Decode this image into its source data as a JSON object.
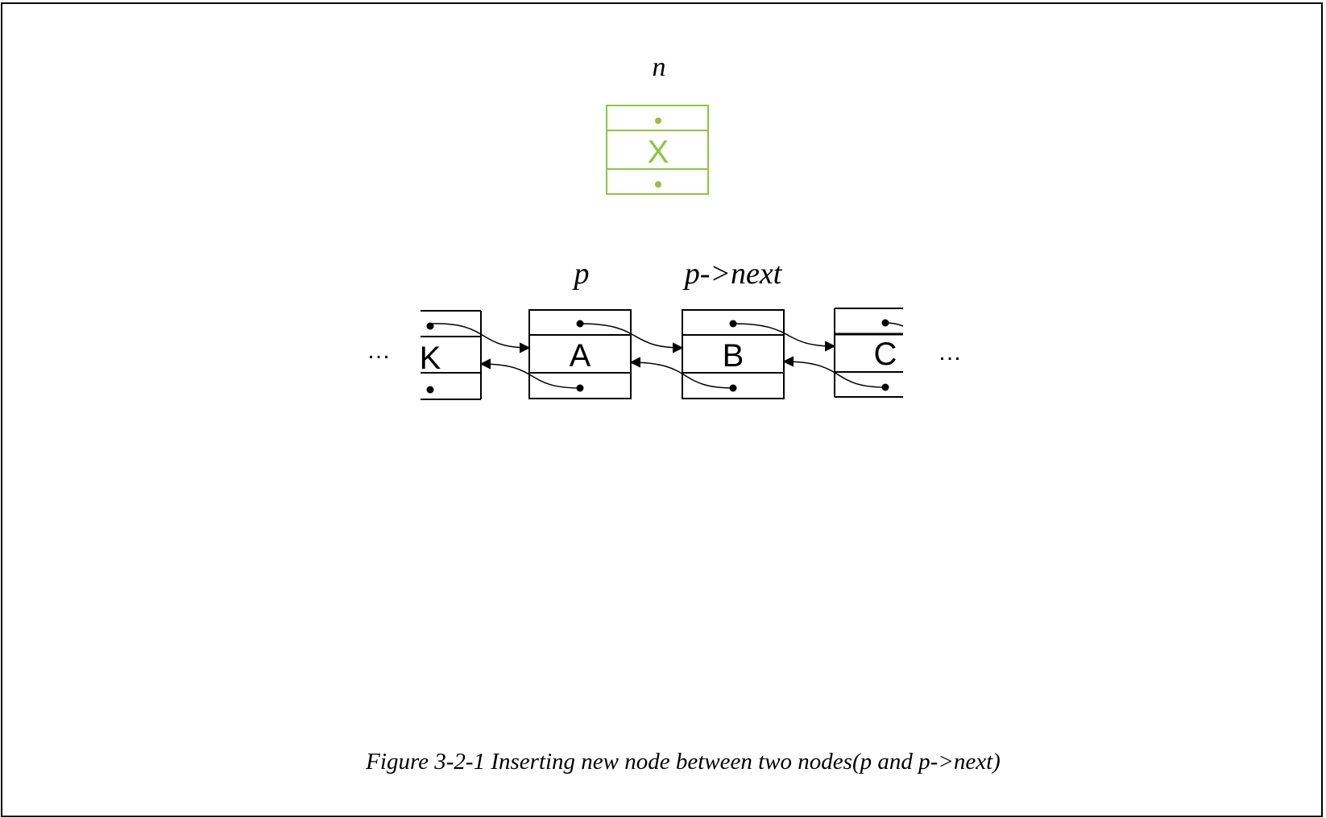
{
  "new_node": {
    "label": "n",
    "value": "X",
    "color": "#8cc63f"
  },
  "pointer_labels": {
    "p": "p",
    "p_next": "p->next"
  },
  "nodes": [
    {
      "value": "K"
    },
    {
      "value": "A"
    },
    {
      "value": "B"
    },
    {
      "value": "C"
    }
  ],
  "ellipsis": {
    "left": "…",
    "right": "…"
  },
  "caption": "Figure 3-2-1 Inserting new node between two nodes(p and p->next)",
  "colors": {
    "line": "#000000",
    "new_node": "#8cc63f"
  }
}
